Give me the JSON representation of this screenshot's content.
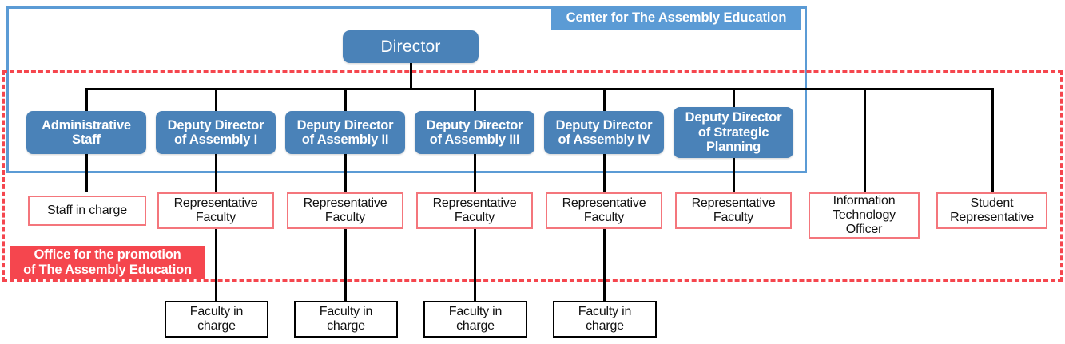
{
  "diagram": {
    "title": "Center for The Assembly Education organization chart",
    "colors": {
      "blue_fill": "#4a82b8",
      "blue_border": "#5b9bd5",
      "red_fill": "#f5464e",
      "red_border": "#f4767c",
      "black_border": "#000000",
      "text_light": "#ffffff",
      "text_dark": "#111111"
    },
    "containers": {
      "blue_group_label": "Center for The Assembly Education",
      "red_dashed_group_label": "Office for the promotion of The Assembly Education"
    },
    "root": {
      "label": "Director"
    },
    "level1": [
      {
        "label": "Administrative\nStaff"
      },
      {
        "label": "Deputy Director\nof Assembly I"
      },
      {
        "label": "Deputy Director\nof Assembly II"
      },
      {
        "label": "Deputy Director\nof Assembly III"
      },
      {
        "label": "Deputy Director\nof Assembly IV"
      },
      {
        "label": "Deputy Director\nof Strategic\nPlanning"
      }
    ],
    "level2": [
      {
        "label": "Staff in charge"
      },
      {
        "label": "Representative\nFaculty"
      },
      {
        "label": "Representative\nFaculty"
      },
      {
        "label": "Representative\nFaculty"
      },
      {
        "label": "Representative\nFaculty"
      },
      {
        "label": "Representative\nFaculty"
      },
      {
        "label": "Information\nTechnology\nOfficer"
      },
      {
        "label": "Student\nRepresentative"
      }
    ],
    "level3": [
      {
        "label": "Faculty in\ncharge"
      },
      {
        "label": "Faculty in\ncharge"
      },
      {
        "label": "Faculty in\ncharge"
      },
      {
        "label": "Faculty in\ncharge"
      }
    ],
    "office_box": {
      "label": "Office for the promotion\nof The Assembly Education"
    }
  }
}
